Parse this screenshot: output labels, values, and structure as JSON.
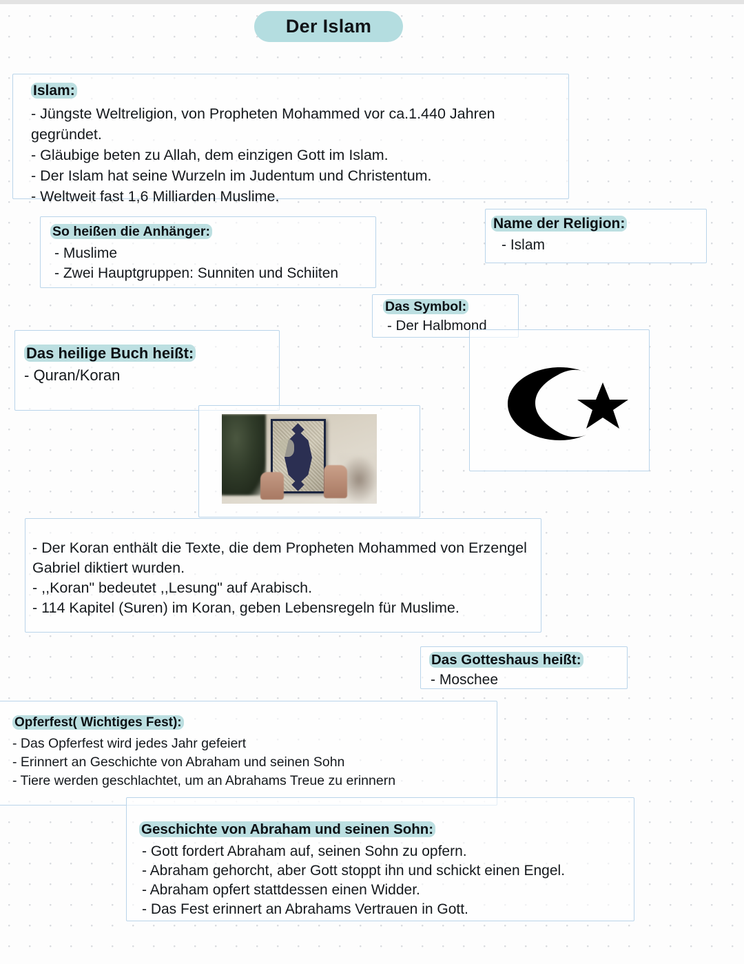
{
  "page": {
    "title": "Der Islam"
  },
  "cards": {
    "islam": {
      "heading": "Islam:",
      "lines": [
        "- Jüngste Weltreligion, von Propheten Mohammed vor ca.1.440 Jahren gegründet.",
        "- Gläubige beten zu Allah, dem einzigen Gott im Islam.",
        "- Der Islam hat seine Wurzeln im Judentum und Christentum.",
        "- Weltweit fast 1,6 Milliarden Muslime."
      ]
    },
    "anhaenger": {
      "heading": "So heißen die Anhänger:",
      "lines": [
        "- Muslime",
        "- Zwei Hauptgruppen: Sunniten und Schiiten"
      ]
    },
    "name_religion": {
      "heading": "Name der Religion:",
      "lines": [
        "- Islam"
      ]
    },
    "symbol": {
      "heading": "Das Symbol:",
      "lines": [
        "- Der Halbmond"
      ]
    },
    "heiliges_buch": {
      "heading": "Das heilige Buch heißt:",
      "lines": [
        "- Quran/Koran"
      ]
    },
    "crescent_art": {
      "icon": "crescent-star-icon",
      "color": "#000000"
    },
    "quran_photo": {
      "icon": "quran-book-photo",
      "description": "Hände halten einen Koran mit blau-goldenem Einband"
    },
    "koran_text": {
      "lines": [
        "- Der Koran enthält die Texte, die dem Propheten Mohammed von Erzengel Gabriel diktiert wurden.",
        "- ,,Koran\" bedeutet ,,Lesung\" auf Arabisch.",
        "- 114 Kapitel (Suren) im Koran, geben Lebensregeln für Muslime."
      ]
    },
    "gotteshaus": {
      "heading": "Das Gotteshaus heißt:",
      "lines": [
        "- Moschee"
      ]
    },
    "opferfest": {
      "heading": "Opferfest( Wichtiges Fest):",
      "lines": [
        "- Das Opferfest wird jedes Jahr gefeiert",
        "- Erinnert an Geschichte von Abraham und seinen Sohn",
        "- Tiere werden geschlachtet, um an Abrahams Treue zu erinnern"
      ]
    },
    "abraham": {
      "heading": "Geschichte von Abraham und seinen Sohn:",
      "lines": [
        "- Gott fordert Abraham auf, seinen Sohn zu opfern.",
        "- Abraham gehorcht, aber Gott stoppt ihn und schickt einen Engel.",
        "- Abraham opfert stattdessen einen Widder.",
        "- Das Fest erinnert an Abrahams Vertrauen in Gott."
      ]
    }
  },
  "colors": {
    "highlight": "#bcdfe1",
    "card_border": "#b9d4ea",
    "title_pill": "#b4dde0",
    "text": "#15191d"
  }
}
